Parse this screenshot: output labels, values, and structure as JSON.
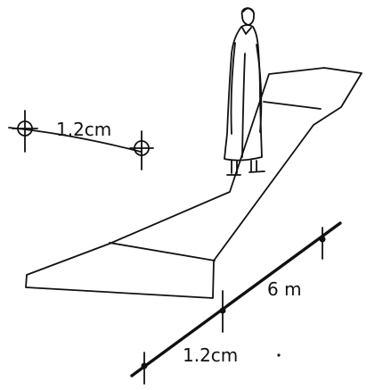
{
  "labels": {
    "sensor_spacing": "1.2cm",
    "path_length": "6 m",
    "tick_spacing": "1.2cm"
  }
}
